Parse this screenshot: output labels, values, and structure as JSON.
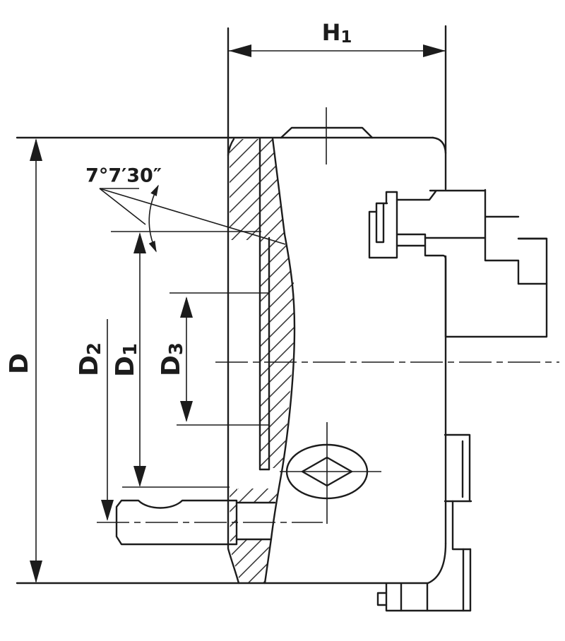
{
  "drawing": {
    "labels": {
      "h1": {
        "main": "H",
        "sub": "1"
      },
      "d": {
        "main": "D",
        "sub": ""
      },
      "d2": {
        "main": "D",
        "sub": "2"
      },
      "d1": {
        "main": "D",
        "sub": "1"
      },
      "d3": {
        "main": "D",
        "sub": "3"
      },
      "angle": "7°7′30″"
    },
    "colors": {
      "line": "#1c1c1c",
      "background": "#ffffff"
    }
  }
}
